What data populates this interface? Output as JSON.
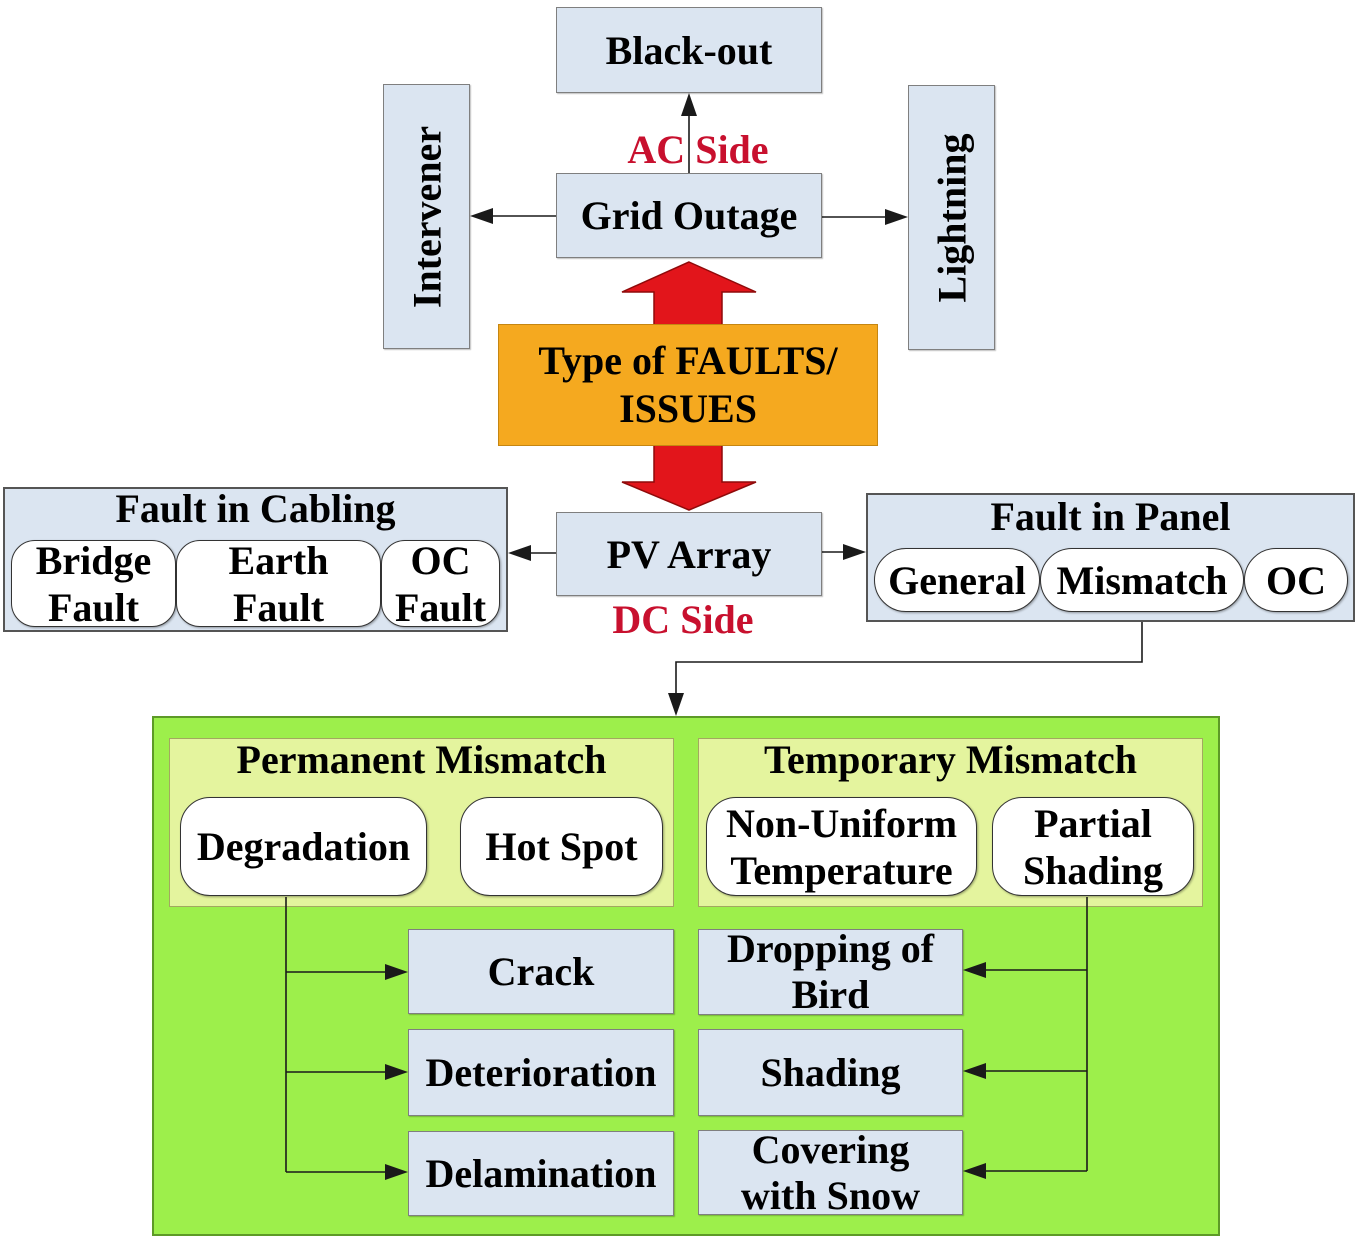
{
  "ac": {
    "blackout": "Black-out",
    "side_label": "AC Side",
    "grid_outage": "Grid Outage",
    "intervener": "Intervener",
    "lightning": "Lightning"
  },
  "center": {
    "lines": [
      "Type of FAULTS/",
      "ISSUES"
    ]
  },
  "dc": {
    "pv_array": "PV Array",
    "side_label": "DC Side"
  },
  "cabling": {
    "title": "Fault in Cabling",
    "items": [
      {
        "lines": [
          "Bridge",
          "Fault"
        ]
      },
      {
        "lines": [
          "Earth",
          "Fault"
        ]
      },
      {
        "lines": [
          "OC",
          "Fault"
        ]
      }
    ]
  },
  "panel": {
    "title": "Fault in Panel",
    "items": [
      "General",
      "Mismatch",
      "OC"
    ]
  },
  "mismatch": {
    "permanent": {
      "title": "Permanent Mismatch",
      "items": [
        "Degradation",
        "Hot Spot"
      ],
      "effects": [
        "Crack",
        "Deterioration",
        "Delamination"
      ]
    },
    "temporary": {
      "title": "Temporary Mismatch",
      "items": [
        {
          "lines": [
            "Non-Uniform",
            "Temperature"
          ]
        },
        {
          "lines": [
            "Partial",
            "Shading"
          ]
        }
      ],
      "effects": [
        {
          "lines": [
            "Dropping of",
            "Bird"
          ]
        },
        {
          "lines": [
            "Shading"
          ]
        },
        {
          "lines": [
            "Covering",
            "with Snow"
          ]
        }
      ]
    }
  },
  "colors": {
    "box_fill": "#dbe5f1",
    "side_label": "#c8102e",
    "center_box": "#f5a91f",
    "double_arrow": "#e2151b",
    "mismatch_area": "#9def4b",
    "mismatch_panel": "#e4f49e"
  }
}
